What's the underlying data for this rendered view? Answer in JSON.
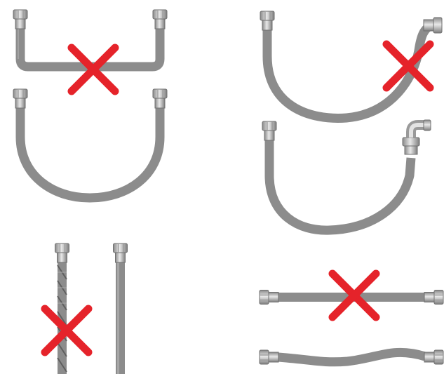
{
  "colors": {
    "hose": "#8c8c8c",
    "hose_light": "#b3b3b3",
    "fitting": "#bdbdbd",
    "fitting_dark": "#7a7a7a",
    "cross": "#e5232a",
    "background": "#ffffff"
  },
  "panels": [
    {
      "id": "u-bend-sharp-corners",
      "verdict": "incorrect"
    },
    {
      "id": "u-bend-smooth",
      "verdict": "correct"
    },
    {
      "id": "j-bend-tight-at-fitting",
      "verdict": "incorrect"
    },
    {
      "id": "j-bend-with-elbow",
      "verdict": "correct"
    },
    {
      "id": "twisted-vertical-hose",
      "verdict": "incorrect"
    },
    {
      "id": "straight-vertical-hose",
      "verdict": "correct"
    },
    {
      "id": "taut-horizontal-hose",
      "verdict": "incorrect"
    },
    {
      "id": "slack-horizontal-hose",
      "verdict": "correct"
    }
  ]
}
